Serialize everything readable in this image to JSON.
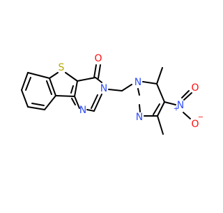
{
  "colors": {
    "bond": "#000000",
    "sulfur": "#b8a700",
    "oxygen": "#ff0d0d",
    "nitrogen": "#3050f8",
    "background": "#ffffff"
  },
  "atoms": {
    "s": "S",
    "o_carbonyl": "O",
    "n3": "N",
    "n1": "N",
    "n_pz1": "N",
    "n_pz2": "N",
    "n_nitro": "N",
    "n_nitro_charge": "+",
    "o_nitro_top": "O",
    "o_nitro_bottom": "O",
    "o_nitro_charge": "−"
  }
}
